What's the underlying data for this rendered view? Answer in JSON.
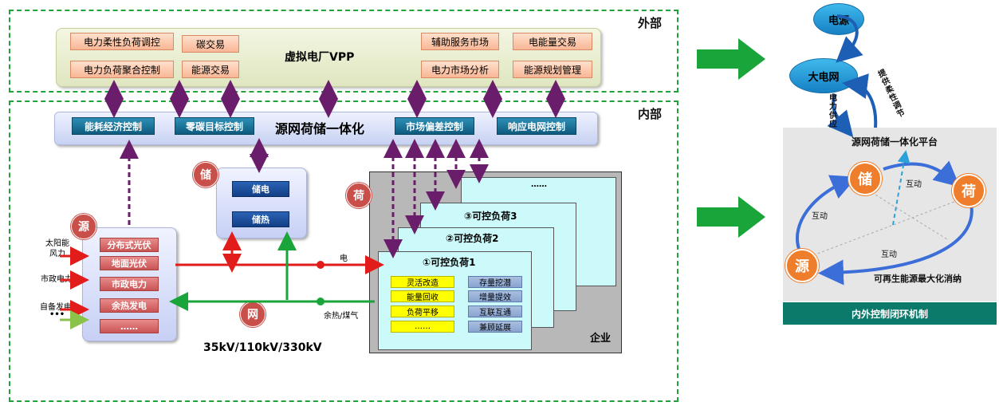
{
  "outer_label": "外部",
  "inner_label": "内部",
  "vpp": {
    "title": "虚拟电厂VPP",
    "left_items": [
      "电力柔性负荷调控",
      "碳交易",
      "电力负荷聚合控制",
      "能源交易"
    ],
    "right_items": [
      "辅助服务市场",
      "电能量交易",
      "电力市场分析",
      "能源规划管理"
    ]
  },
  "control_bar": {
    "title": "源网荷储一体化",
    "buttons": [
      "能耗经济控制",
      "零碳目标控制",
      "市场偏差控制",
      "响应电网控制"
    ]
  },
  "storage": {
    "badge": "储",
    "buttons": [
      "储电",
      "储热"
    ]
  },
  "source": {
    "badge": "源",
    "inputs": [
      "太阳能",
      "风力",
      "市政电力",
      "自备发电",
      "•••"
    ],
    "buttons": [
      "分布式光伏",
      "地面光伏",
      "市政电力",
      "余热发电",
      "……"
    ]
  },
  "grid": {
    "badge": "网",
    "voltage": "35kV/110kV/330kV",
    "electric_label": "电",
    "heat_label": "余热/煤气"
  },
  "load": {
    "badge": "荷",
    "company": "企业",
    "cards": [
      "……",
      "③可控负荷3",
      "②可控负荷2",
      "①可控负荷1"
    ],
    "yellow_items": [
      "灵活改造",
      "能量回收",
      "负荷平移",
      "……"
    ],
    "blue_items": [
      "存量挖潜",
      "增量提效",
      "互联互通",
      "兼顾延展"
    ]
  },
  "right_diagram": {
    "power_source": "电源",
    "big_grid": "大电网",
    "supply_label": "电力供应",
    "flex_label": "提供柔性调节",
    "platform_title": "源网荷储一体化平台",
    "nodes": {
      "storage": "储",
      "load": "荷",
      "source": "源"
    },
    "interact_labels": [
      "互动",
      "互动",
      "互动"
    ],
    "renewable_label": "可再生能源最大化消纳",
    "footer": "内外控制闭环机制"
  },
  "colors": {
    "green_dash": "#22a33a",
    "orange_box": "#f8b796",
    "teal_button": "#0e5b7f",
    "red_button": "#c95454",
    "badge_red": "#c9504a",
    "card_cyan": "#ccfafa",
    "yellow": "#ffff00",
    "orange_node": "#ee7e2b",
    "footer_teal": "#0b7a6b",
    "arrow_purple": "#6a1d6a",
    "line_red": "#e21b1b",
    "line_green": "#1aa53a"
  }
}
